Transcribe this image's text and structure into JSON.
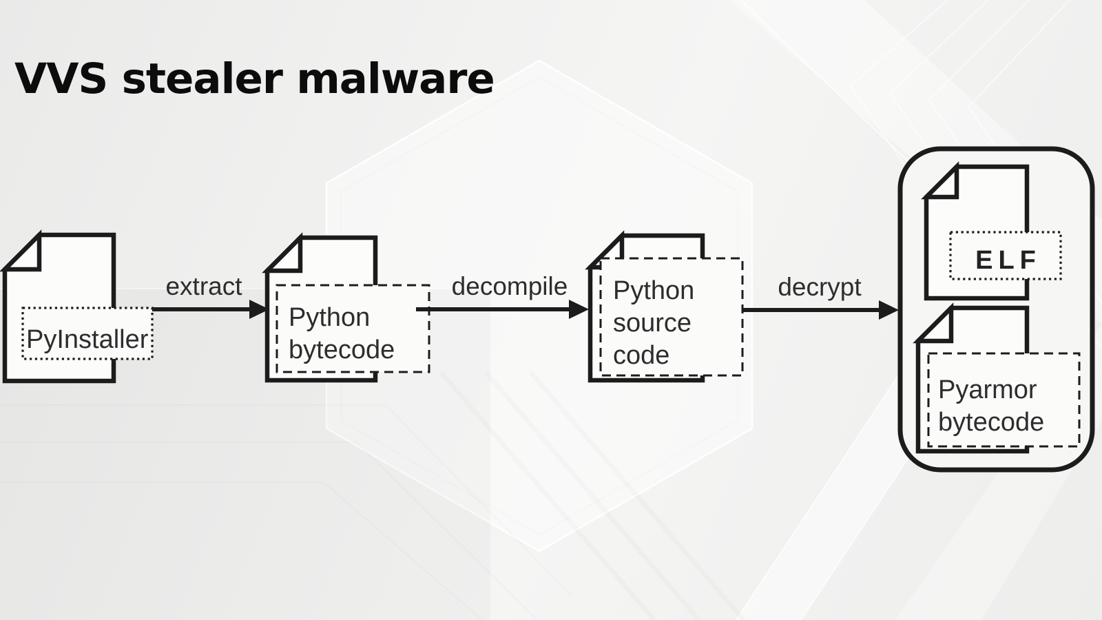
{
  "title": "VVS stealer malware",
  "colors": {
    "background": "#f0f0ef",
    "outline": "#1c1c1c",
    "label_text": "#2d2d2d",
    "title_text": "#0c0c0c",
    "box_fill": "#fbfbfa"
  },
  "nodes": {
    "pyinstaller": {
      "label": "PyInstaller",
      "box_style": "dotted"
    },
    "python_bytecode": {
      "line1": "Python",
      "line2": "bytecode",
      "box_style": "dashed"
    },
    "python_source_code": {
      "line1": "Python",
      "line2": "source",
      "line3": "code",
      "box_style": "dashed"
    },
    "elf": {
      "label": "ELF",
      "box_style": "dotted"
    },
    "pyarmor_bytecode": {
      "line1": "Pyarmor",
      "line2": "bytecode",
      "box_style": "dashed"
    }
  },
  "arrows": {
    "extract": {
      "label": "extract"
    },
    "decompile": {
      "label": "decompile"
    },
    "decrypt": {
      "label": "decrypt"
    }
  }
}
